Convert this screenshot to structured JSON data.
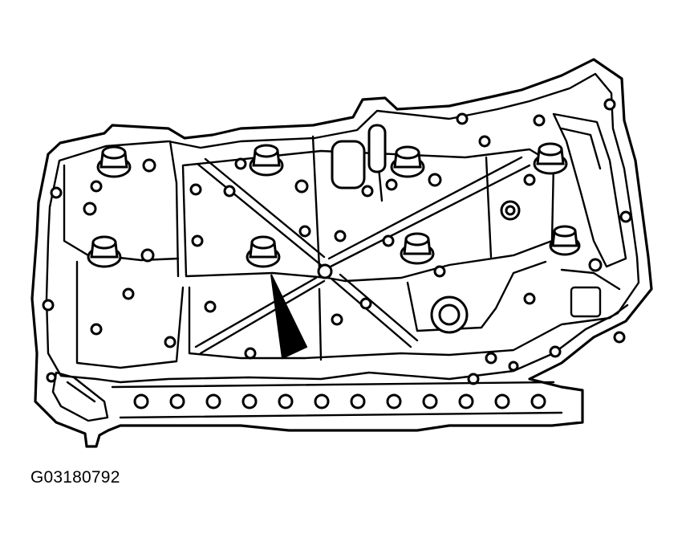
{
  "figure": {
    "id_label": "G03180792",
    "subject": "oil-pan-underside-line-drawing",
    "marker": "arrow",
    "ink_color": "#000000",
    "paper_color": "#ffffff"
  }
}
